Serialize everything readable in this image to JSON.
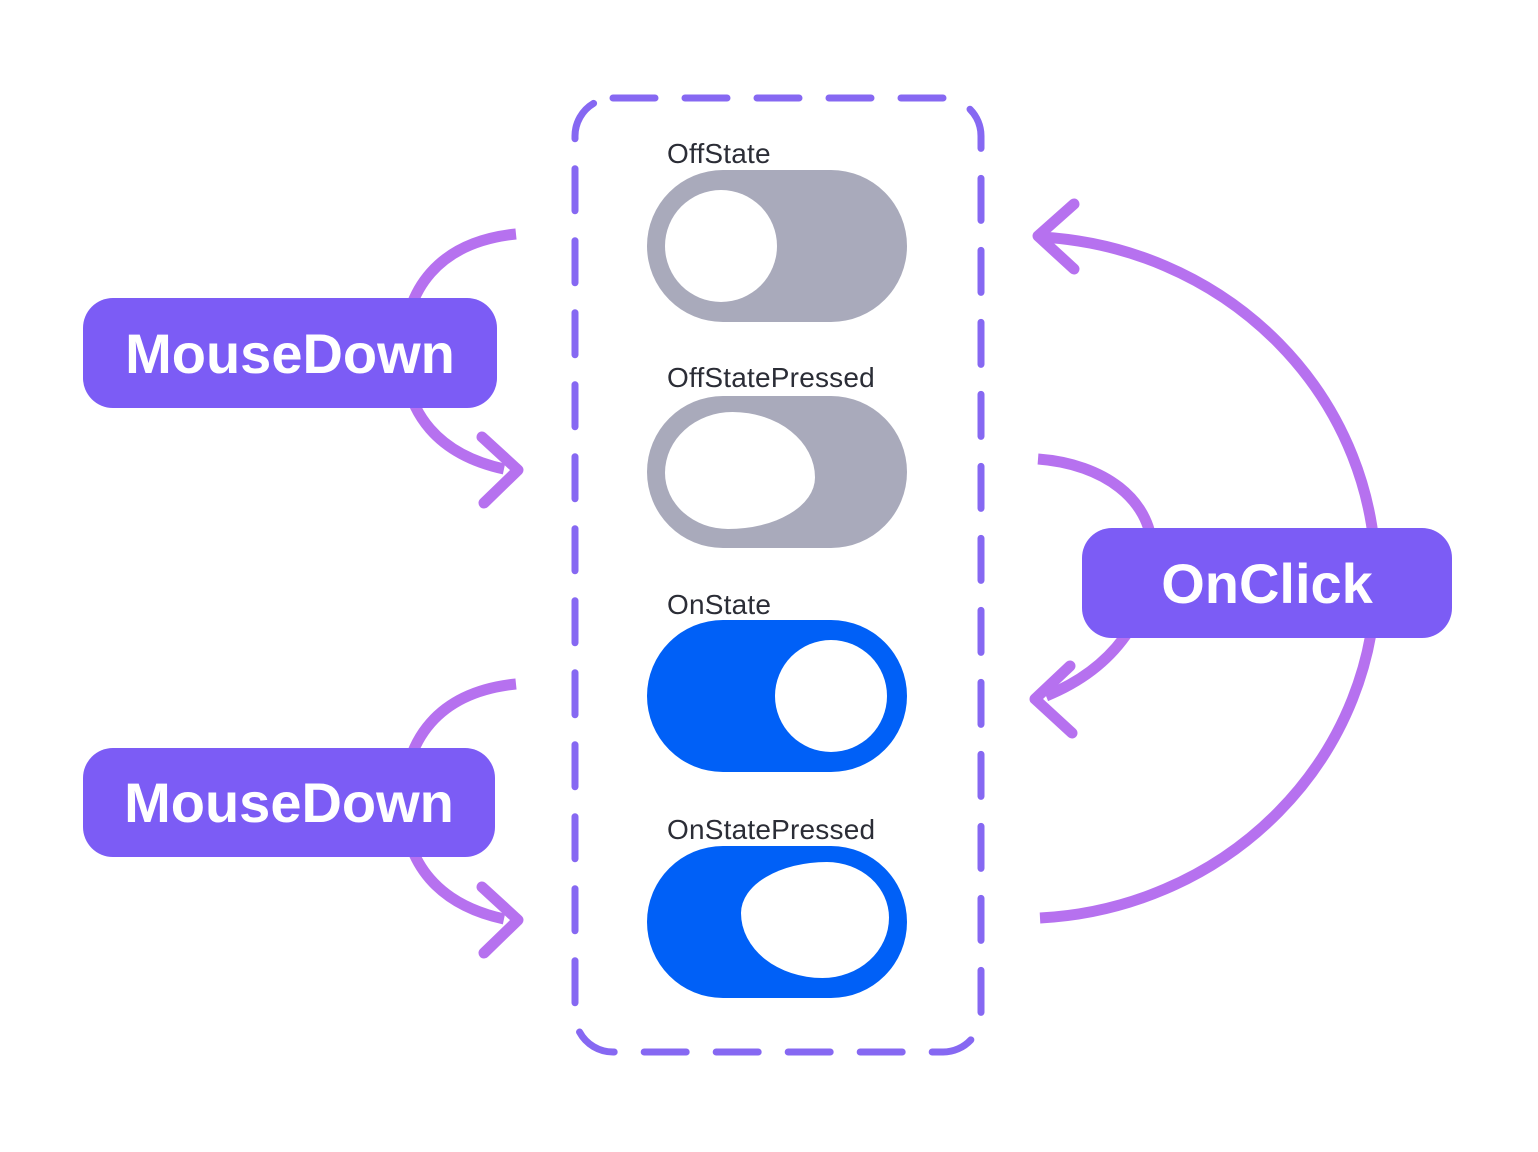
{
  "states": [
    {
      "name": "OffState",
      "toggle": "off",
      "pressed": false
    },
    {
      "name": "OffStatePressed",
      "toggle": "off",
      "pressed": true
    },
    {
      "name": "OnState",
      "toggle": "on",
      "pressed": false
    },
    {
      "name": "OnStatePressed",
      "toggle": "on",
      "pressed": true
    }
  ],
  "event_badges": [
    {
      "label": "MouseDown",
      "position": "left-top"
    },
    {
      "label": "MouseDown",
      "position": "left-bottom"
    },
    {
      "label": "OnClick",
      "position": "right-middle"
    }
  ],
  "transitions": [
    {
      "from": "OffState",
      "event": "MouseDown",
      "to": "OffStatePressed"
    },
    {
      "from": "OnState",
      "event": "MouseDown",
      "to": "OnStatePressed"
    },
    {
      "from": "OffStatePressed",
      "event": "OnClick",
      "to": "OnState"
    },
    {
      "from": "OnStatePressed",
      "event": "OnClick",
      "to": "OffState"
    }
  ],
  "colors": {
    "background": "#FFFFFF",
    "badge_purple": "#7C5CF5",
    "arrow_purple": "#B671EF",
    "dashed_outline_purple": "#8668F2",
    "toggle_off_gray": "#A9AABB",
    "toggle_on_blue": "#0060F7",
    "knob_white": "#FFFFFF",
    "state_label_text": "#2B2D36"
  }
}
